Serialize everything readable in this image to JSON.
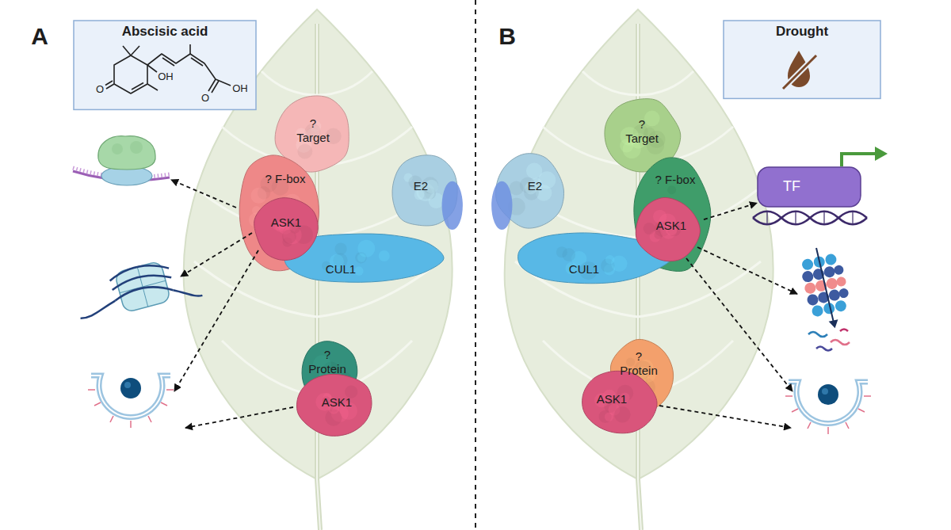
{
  "diagram": {
    "nodes": [
      {
        "text": [
          "Abscisic acid"
        ]
      },
      {
        "text": [
          "? Target"
        ]
      },
      {
        "text": [
          "? F-box"
        ]
      },
      {
        "text": [
          "ASK1"
        ]
      },
      {
        "text": [
          "CUL1"
        ]
      },
      {
        "text": [
          "E2"
        ]
      },
      {
        "text": [
          "? Protein"
        ]
      },
      {
        "text": [
          "ASK1"
        ]
      },
      {
        "text": [
          "Drought"
        ]
      },
      {
        "text": [
          "? Target"
        ]
      },
      {
        "text": [
          "? F-box"
        ]
      },
      {
        "text": [
          "ASK1"
        ]
      },
      {
        "text": [
          "E2"
        ]
      },
      {
        "text": [
          "CUL1"
        ]
      },
      {
        "text": [
          "TF"
        ]
      },
      {
        "text": [
          "? Protein"
        ]
      },
      {
        "text": [
          "ASK1"
        ]
      }
    ],
    "edges": [
      {
        "from": 11,
        "to": 14,
        "arrow": "to"
      }
    ],
    "labels": [
      "A",
      "B",
      "O",
      "OH",
      "O",
      "OH"
    ]
  }
}
